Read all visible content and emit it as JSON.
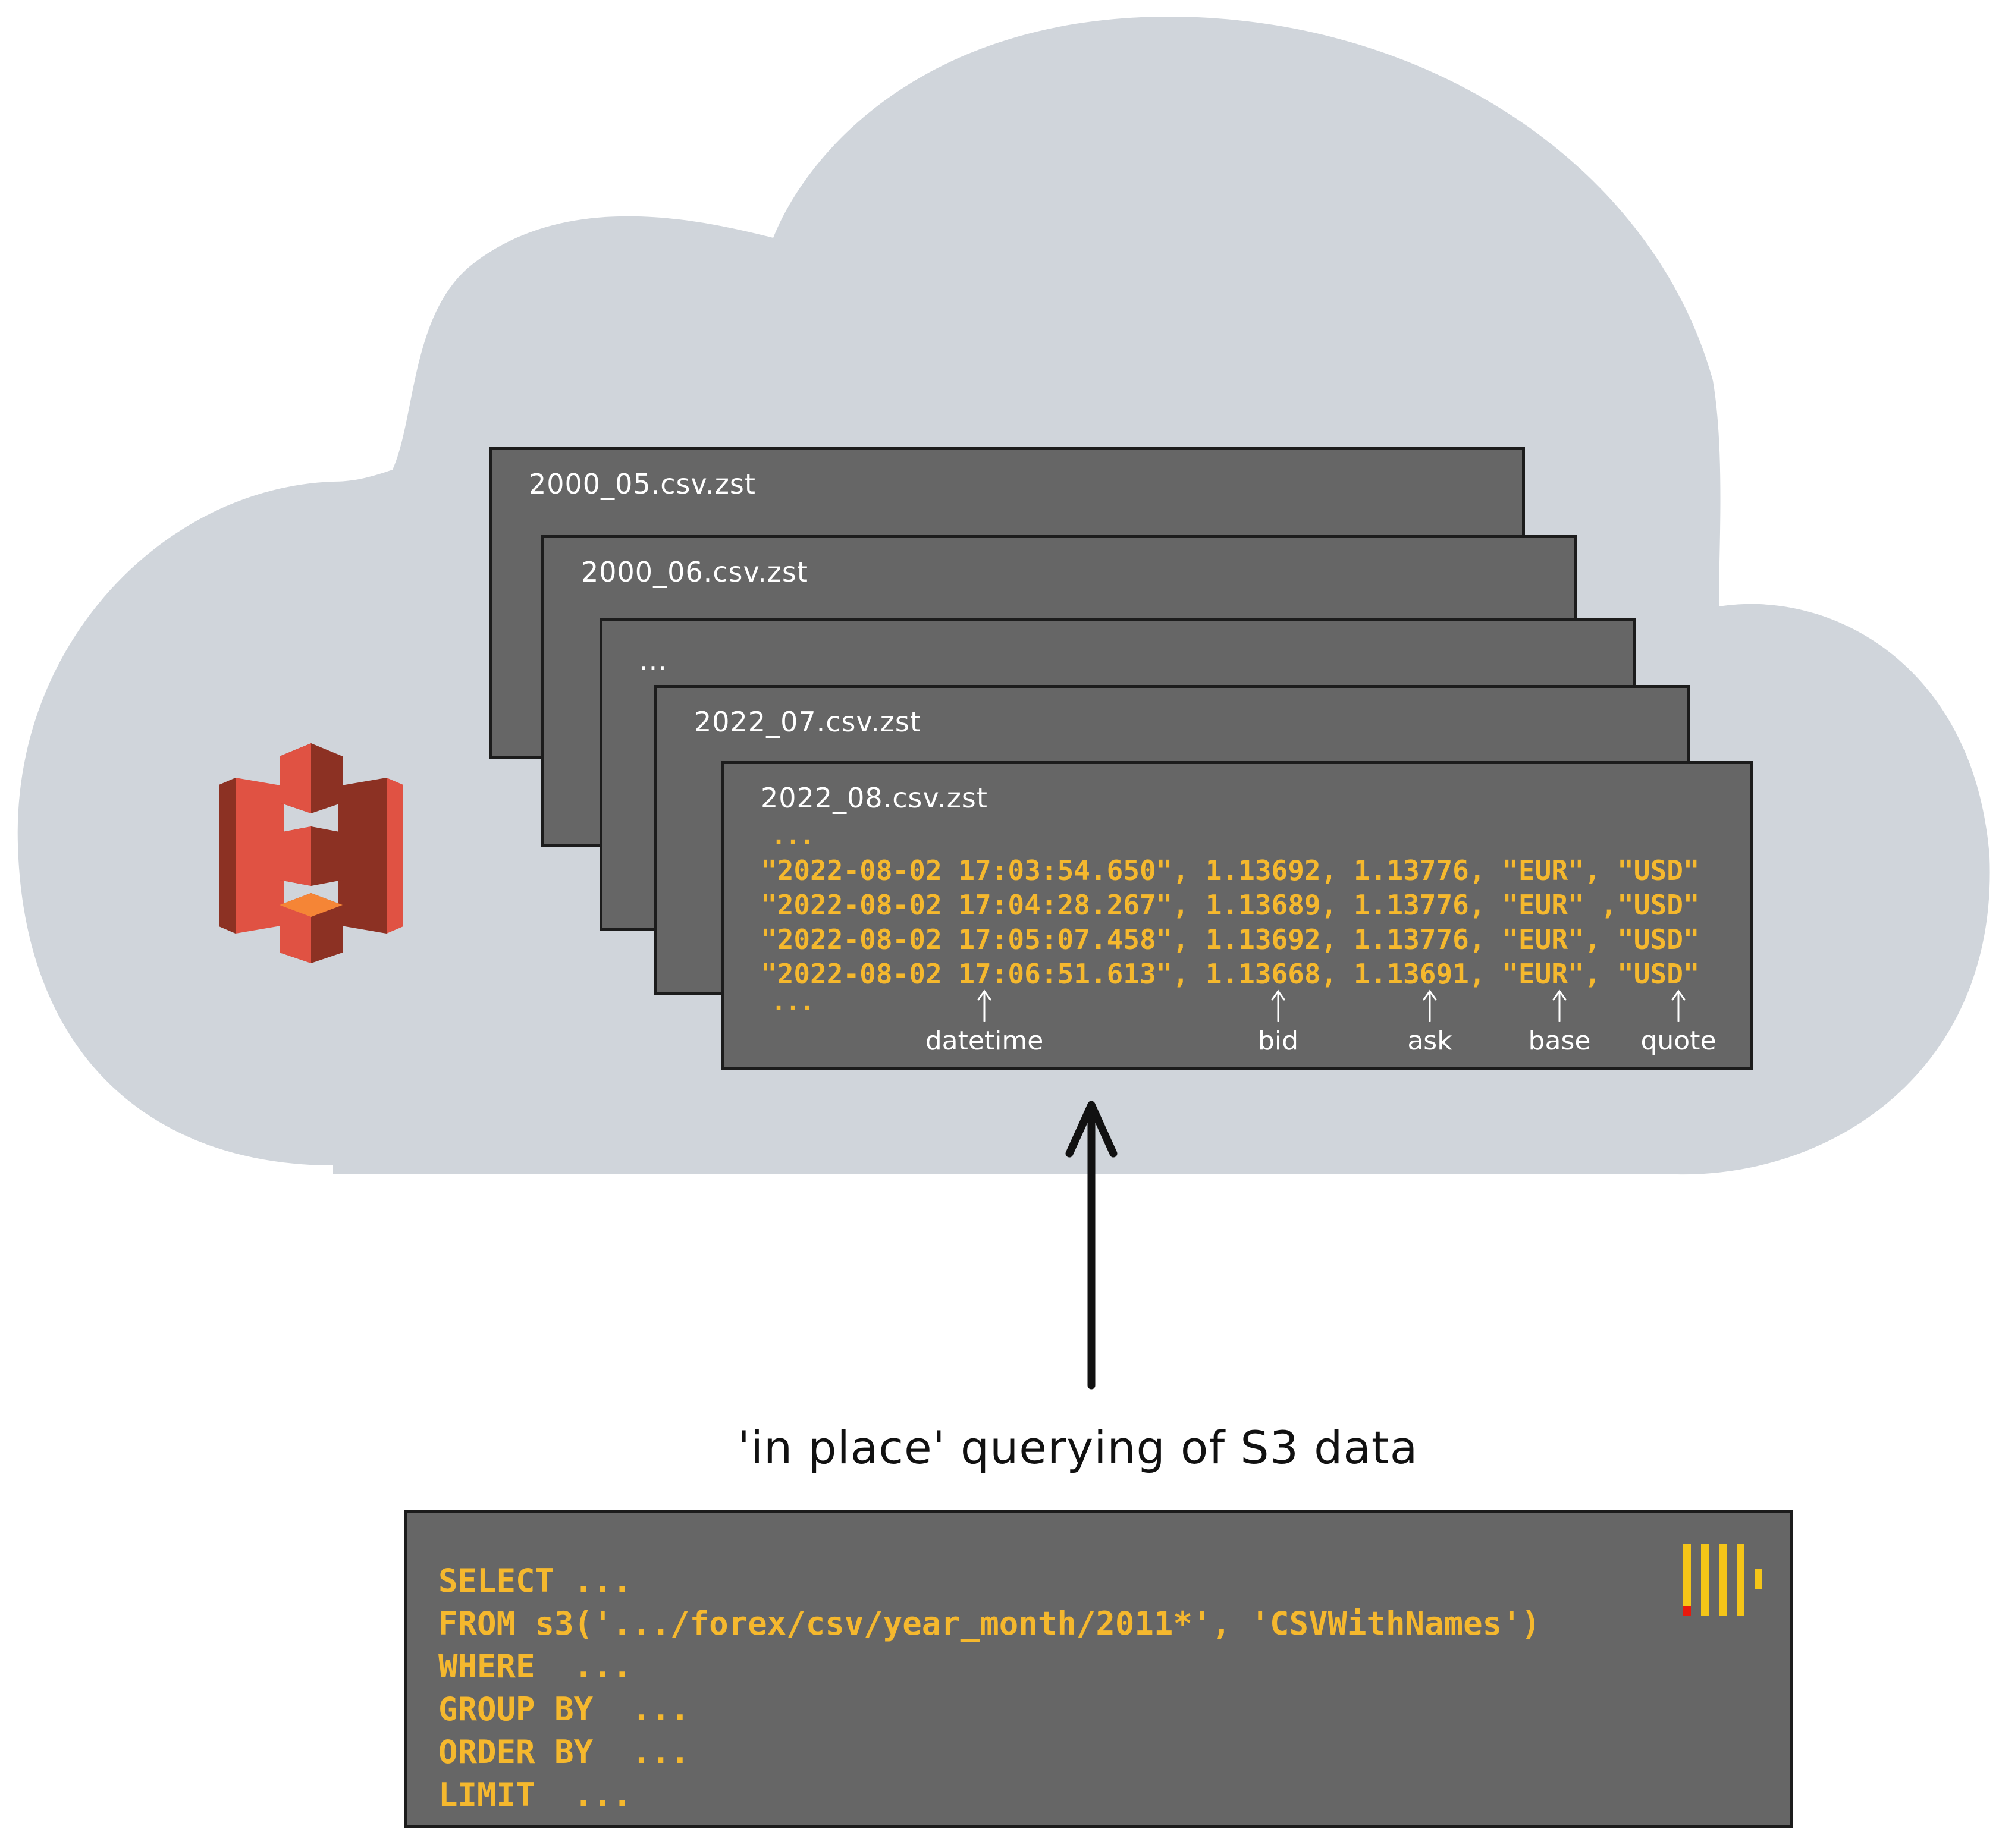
{
  "files": [
    {
      "name": "2000_05.csv.zst"
    },
    {
      "name": "2000_06.csv.zst"
    },
    {
      "name": "..."
    },
    {
      "name": "2022_07.csv.zst"
    },
    {
      "name": "2022_08.csv.zst"
    }
  ],
  "front_card": {
    "leading_ellipsis": "...",
    "rows": [
      "\"2022-08-02 17:03:54.650\", 1.13692, 1.13776, \"EUR\", \"USD\"",
      "\"2022-08-02 17:04:28.267\", 1.13689, 1.13776, \"EUR\" ,\"USD\"",
      "\"2022-08-02 17:05:07.458\", 1.13692, 1.13776, \"EUR\", \"USD\"",
      "\"2022-08-02 17:06:51.613\", 1.13668, 1.13691, \"EUR\", \"USD\""
    ],
    "trailing_ellipsis": "...",
    "columns": {
      "datetime": "datetime",
      "bid": "bid",
      "ask": "ask",
      "base": "base",
      "quote": "quote"
    }
  },
  "caption": "'in place' querying of S3 data",
  "sql": {
    "select": "SELECT ...",
    "from": "FROM s3('.../forex/csv/year_month/2011*', 'CSVWithNames')",
    "where": "WHERE  ...",
    "group_by": "GROUP BY  ...",
    "order_by": "ORDER BY  ...",
    "limit": "LIMIT  ..."
  },
  "icons": {
    "s3": "amazon-s3-icon",
    "clickhouse": "clickhouse-logo-icon",
    "arrow": "arrow-up-icon"
  },
  "colors": {
    "cloud": "#d0d5db",
    "card": "#666666",
    "code": "#f5b82e",
    "s3_red_light": "#e05243",
    "s3_red_dark": "#8c3123",
    "clickhouse_yellow": "#f5c518",
    "clickhouse_red": "#e8190c"
  }
}
